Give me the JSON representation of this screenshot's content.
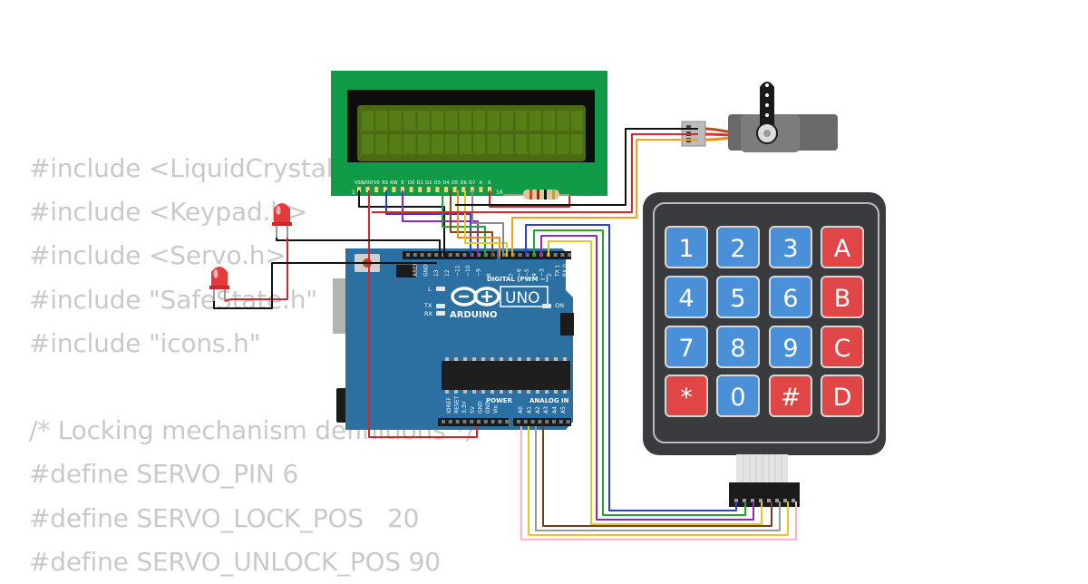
{
  "code_lines": [
    "#include <LiquidCrystal_I2C.h>",
    "#include <Keypad.h>",
    "#include <Servo.h>",
    "#include \"SafeState.h\"",
    "#include \"icons.h\"",
    "",
    "/* Locking mechanism definitions */",
    "#define SERVO_PIN 6",
    "#define SERVO_LOCK_POS   20",
    "#define SERVO_UNLOCK_POS 90"
  ],
  "lcd": {
    "pin_labels": [
      "VSS",
      "VDD",
      "V0",
      "RS",
      "RW",
      "E",
      "D0",
      "D1",
      "D2",
      "D3",
      "D4",
      "D5",
      "D6",
      "D7",
      "A",
      "K"
    ],
    "pin_start": "1",
    "pin_end": "16"
  },
  "arduino": {
    "model": "UNO",
    "brand": "ARDUINO",
    "digital_label": "DIGITAL (PWM ~)",
    "on_label": "ON",
    "tx_label": "TX",
    "rx_label": "RX",
    "l_label": "L",
    "power_label": "POWER",
    "analog_label": "ANALOG IN",
    "digital_top_left": [
      "AREF",
      "GND",
      "13",
      "12",
      "~11",
      "~10",
      "~9",
      "8"
    ],
    "digital_top_right": [
      "7",
      "~6",
      "~5",
      "4",
      "~3",
      "2",
      "TX 1",
      "RX 0"
    ],
    "power_pins": [
      "IOREF",
      "RESET",
      "3.3V",
      "5V",
      "GND",
      "GND",
      "Vin"
    ],
    "analog_pins": [
      "A0",
      "A1",
      "A2",
      "A3",
      "A4",
      "A5"
    ]
  },
  "keypad": {
    "keys": [
      [
        "1",
        "2",
        "3",
        "A"
      ],
      [
        "4",
        "5",
        "6",
        "B"
      ],
      [
        "7",
        "8",
        "9",
        "C"
      ],
      [
        "*",
        "0",
        "#",
        "D"
      ]
    ]
  },
  "colors": {
    "key_blue": "#4a90d9",
    "key_red": "#e04646",
    "board_blue": "#2c6fa1",
    "lcd_green": "#119a48",
    "lcd_screen": "#4a6b12"
  }
}
